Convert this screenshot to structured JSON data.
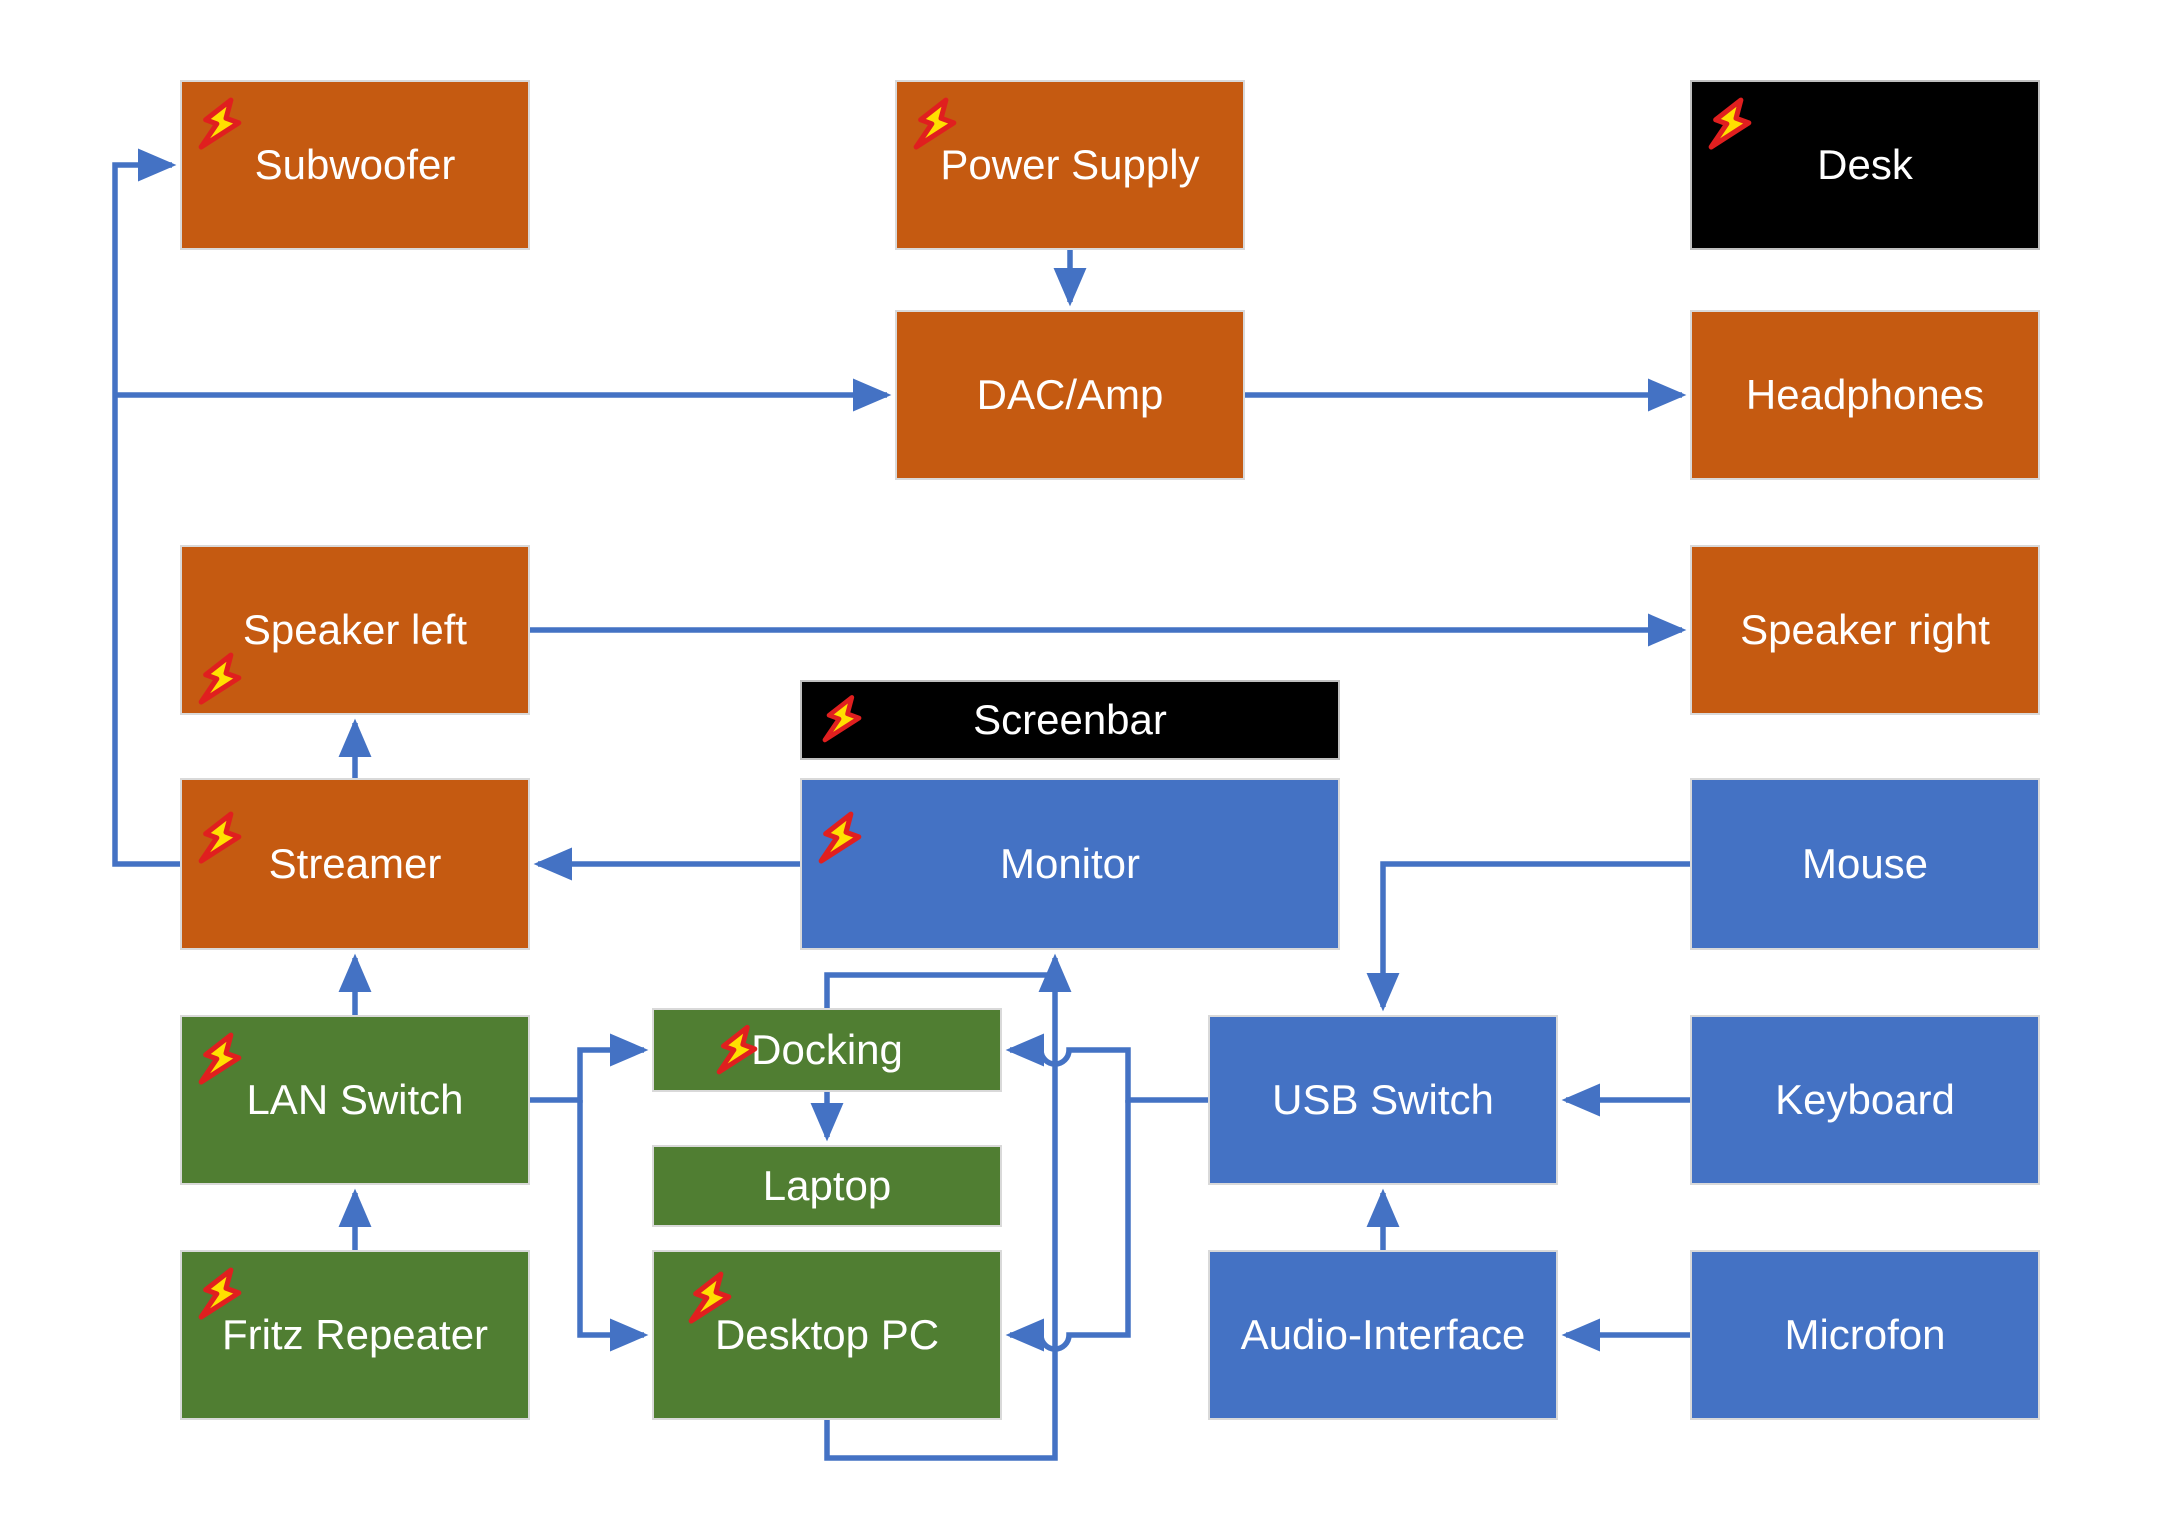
{
  "colors": {
    "orange": "#C55A11",
    "blue": "#4472C4",
    "green": "#507E32",
    "black": "#000000",
    "connector": "#4472C4",
    "bolt_fill": "#FFE000",
    "bolt_stroke": "#E01F1F",
    "label": "#FFFFFF",
    "border": "#D9D9D9"
  },
  "nodes": {
    "subwoofer": {
      "label": "Subwoofer",
      "color": "orange",
      "power_icon": true
    },
    "power_supply": {
      "label": "Power Supply",
      "color": "orange",
      "power_icon": true
    },
    "desk": {
      "label": "Desk",
      "color": "black",
      "power_icon": true
    },
    "dac_amp": {
      "label": "DAC/Amp",
      "color": "orange",
      "power_icon": false
    },
    "headphones": {
      "label": "Headphones",
      "color": "orange",
      "power_icon": false
    },
    "speaker_left": {
      "label": "Speaker left",
      "color": "orange",
      "power_icon": true
    },
    "speaker_right": {
      "label": "Speaker right",
      "color": "orange",
      "power_icon": false
    },
    "screenbar": {
      "label": "Screenbar",
      "color": "black",
      "power_icon": true
    },
    "monitor": {
      "label": "Monitor",
      "color": "blue",
      "power_icon": true
    },
    "streamer": {
      "label": "Streamer",
      "color": "orange",
      "power_icon": true
    },
    "mouse": {
      "label": "Mouse",
      "color": "blue",
      "power_icon": false
    },
    "lan_switch": {
      "label": "LAN Switch",
      "color": "green",
      "power_icon": true
    },
    "usb_switch": {
      "label": "USB Switch",
      "color": "blue",
      "power_icon": false
    },
    "keyboard": {
      "label": "Keyboard",
      "color": "blue",
      "power_icon": false
    },
    "fritz_repeater": {
      "label": "Fritz Repeater",
      "color": "green",
      "power_icon": true
    },
    "docking": {
      "label": "Docking",
      "color": "green",
      "power_icon": true
    },
    "laptop": {
      "label": "Laptop",
      "color": "green",
      "power_icon": false
    },
    "desktop_pc": {
      "label": "Desktop PC",
      "color": "green",
      "power_icon": true
    },
    "audio_interface": {
      "label": "Audio-Interface",
      "color": "blue",
      "power_icon": false
    },
    "microfon": {
      "label": "Microfon",
      "color": "blue",
      "power_icon": false
    }
  },
  "edges": [
    {
      "from": "power_supply",
      "to": "dac_amp"
    },
    {
      "from": "streamer",
      "to": "subwoofer"
    },
    {
      "from": "streamer",
      "to": "dac_amp"
    },
    {
      "from": "dac_amp",
      "to": "headphones"
    },
    {
      "from": "speaker_left",
      "to": "speaker_right"
    },
    {
      "from": "streamer",
      "to": "speaker_left"
    },
    {
      "from": "monitor",
      "to": "streamer"
    },
    {
      "from": "lan_switch",
      "to": "streamer"
    },
    {
      "from": "fritz_repeater",
      "to": "lan_switch"
    },
    {
      "from": "lan_switch",
      "to": "docking"
    },
    {
      "from": "lan_switch",
      "to": "desktop_pc"
    },
    {
      "from": "docking",
      "to": "laptop"
    },
    {
      "from": "docking",
      "to": "monitor"
    },
    {
      "from": "desktop_pc",
      "to": "monitor"
    },
    {
      "from": "usb_switch",
      "to": "docking"
    },
    {
      "from": "usb_switch",
      "to": "desktop_pc"
    },
    {
      "from": "mouse",
      "to": "usb_switch"
    },
    {
      "from": "keyboard",
      "to": "usb_switch"
    },
    {
      "from": "audio_interface",
      "to": "usb_switch"
    },
    {
      "from": "microfon",
      "to": "audio_interface"
    }
  ]
}
